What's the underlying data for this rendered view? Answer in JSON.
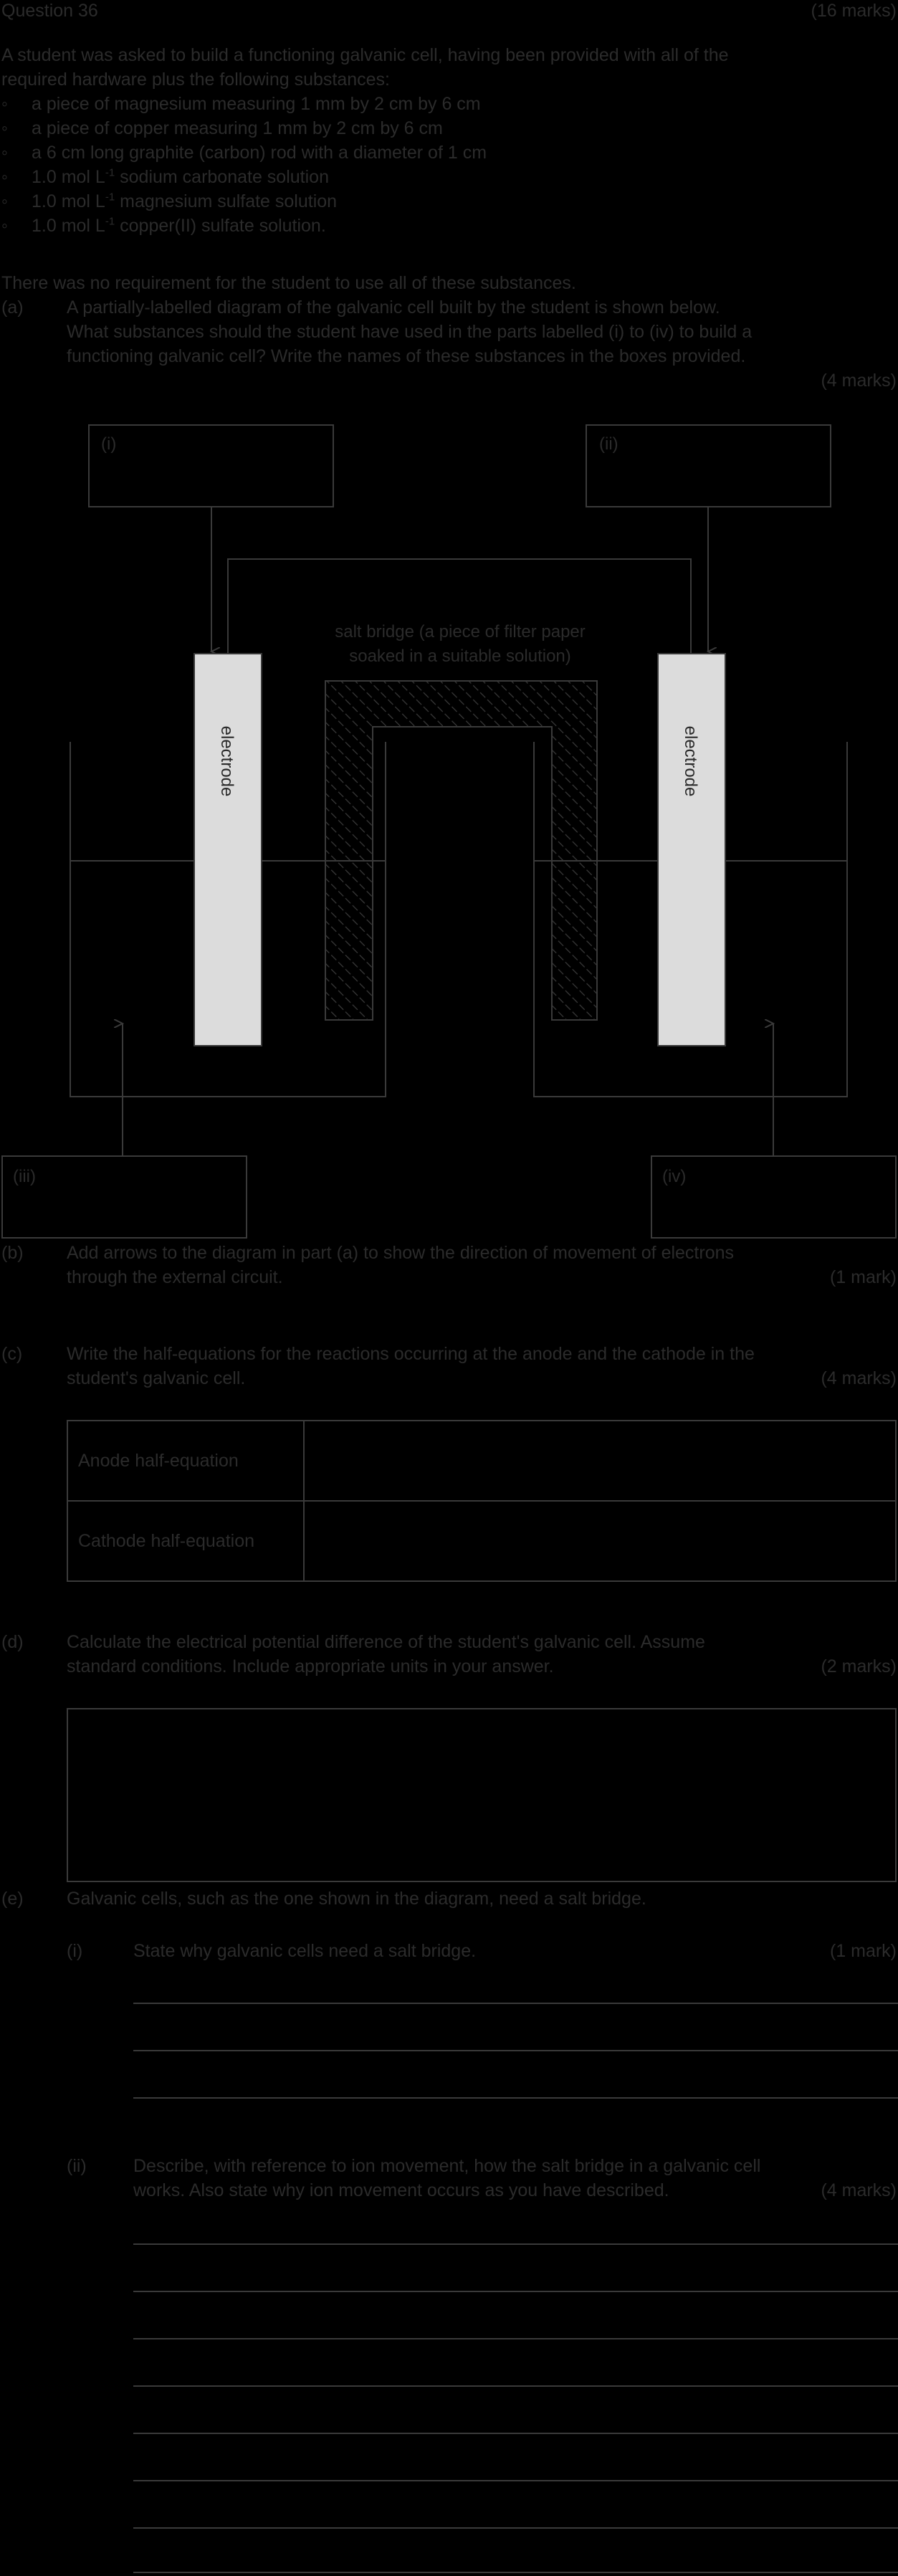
{
  "header": {
    "title": "Question 36",
    "total_marks": "(16 marks)"
  },
  "intro": {
    "line1": "A student was asked to build a functioning galvanic cell, having been provided with all of the",
    "line2": "required hardware plus the following substances:",
    "bullet": "◦",
    "items": [
      {
        "pre": "a piece of magnesium measuring 1 mm by 2 cm by 6 cm",
        "sup": "",
        "post": ""
      },
      {
        "pre": "a piece of copper measuring 1 mm by 2 cm by 6 cm",
        "sup": "",
        "post": ""
      },
      {
        "pre": "a 6 cm long graphite (carbon) rod with a diameter of 1 cm",
        "sup": "",
        "post": ""
      },
      {
        "pre": "1.0 mol L",
        "sup": "-1",
        "post": " sodium carbonate solution"
      },
      {
        "pre": "1.0 mol L",
        "sup": "-1",
        "post": " magnesium sulfate solution"
      },
      {
        "pre": "1.0 mol L",
        "sup": "-1",
        "post": " copper(II) sulfate solution."
      }
    ],
    "note": "There was no requirement for the student to use all of these substances."
  },
  "part_a": {
    "label": "(a)",
    "line1": "A partially-labelled diagram of the galvanic cell built by the student is shown below.",
    "line2": "What substances should the student have used in the parts labelled (i) to (iv) to build a",
    "line3": "functioning galvanic cell? Write the names of these substances in the boxes provided.",
    "marks": "(4 marks)"
  },
  "diagram": {
    "label_i": "(i)",
    "label_ii": "(ii)",
    "label_iii": "(iii)",
    "label_iv": "(iv)",
    "salt_bridge_line1": "salt bridge (a piece of filter paper",
    "salt_bridge_line2": "soaked in a suitable solution)",
    "electrode_left": "electrode",
    "electrode_right": "electrode"
  },
  "part_b": {
    "label": "(b)",
    "line1": "Add arrows to the diagram in part (a) to show the direction of movement of electrons",
    "line2": "through the external circuit.",
    "marks": "(1 mark)"
  },
  "part_c": {
    "label": "(c)",
    "line1": "Write the half-equations for the reactions occurring at the anode and the cathode in the",
    "line2": "student's galvanic cell.",
    "marks": "(4 marks)",
    "row1": "Anode half-equation",
    "row2": "Cathode half-equation"
  },
  "part_d": {
    "label": "(d)",
    "line1": "Calculate the electrical potential difference of the student's galvanic cell. Assume",
    "line2": "standard conditions. Include appropriate units in your answer.",
    "marks": "(2 marks)"
  },
  "part_e": {
    "label": "(e)",
    "line1": "Galvanic cells, such as the one shown in the diagram, need a salt bridge.",
    "i_label": "(i)",
    "i_text": "State why galvanic cells need a salt bridge.",
    "i_marks": "(1 mark)",
    "ii_label": "(ii)",
    "ii_line1": "Describe, with reference to ion movement, how the salt bridge in a galvanic cell",
    "ii_line2": "works. Also state why ion movement occurs as you have described.",
    "ii_marks": "(4 marks)"
  }
}
